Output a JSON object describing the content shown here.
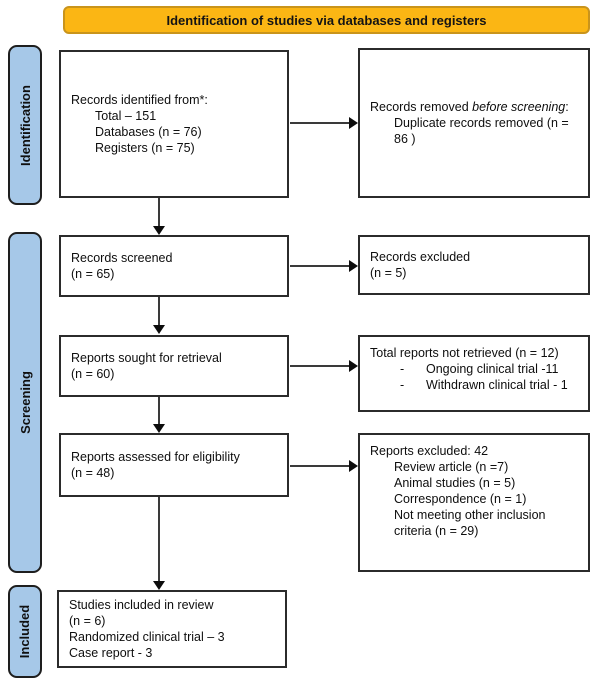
{
  "header": {
    "title": "Identification of studies via databases and registers"
  },
  "colors": {
    "header_fill": "#FBB614",
    "header_border": "#C9941C",
    "sidebar_fill": "#A6C8E8",
    "box_border": "#2B2B2B",
    "arrow": "#3A3A3A"
  },
  "sidebar": {
    "identification": "Identification",
    "screening": "Screening",
    "included": "Included"
  },
  "boxes": {
    "records_identified": {
      "title": "Records identified from*:",
      "items": [
        "Total – 151",
        "Databases (n = 76)",
        "Registers (n = 75)"
      ]
    },
    "records_removed": {
      "title_prefix": "Records removed ",
      "title_italic": "before screening",
      "title_suffix": ":",
      "items": [
        "Duplicate records removed (n = 86 )"
      ]
    },
    "records_screened": {
      "lines": [
        "Records screened",
        "(n = 65)"
      ]
    },
    "records_excluded": {
      "lines": [
        "Records excluded",
        "(n = 5)"
      ]
    },
    "reports_sought": {
      "lines": [
        "Reports sought for retrieval",
        "(n = 60)"
      ]
    },
    "reports_not_retrieved": {
      "title": "Total reports not retrieved (n = 12)",
      "items": [
        {
          "dash": "-",
          "text": "Ongoing clinical trial -11"
        },
        {
          "dash": "-",
          "text": "Withdrawn clinical trial - 1"
        }
      ]
    },
    "reports_assessed": {
      "lines": [
        "Reports assessed for eligibility",
        "(n = 48)"
      ]
    },
    "reports_excluded": {
      "title": "Reports excluded: 42",
      "items": [
        "Review article (n =7)",
        "Animal studies (n = 5)",
        "Correspondence (n = 1)",
        "Not meeting other inclusion criteria (n = 29)"
      ]
    },
    "studies_included": {
      "lines": [
        "Studies included in review",
        "(n = 6)",
        "Randomized clinical trial – 3",
        "Case report - 3"
      ]
    }
  }
}
